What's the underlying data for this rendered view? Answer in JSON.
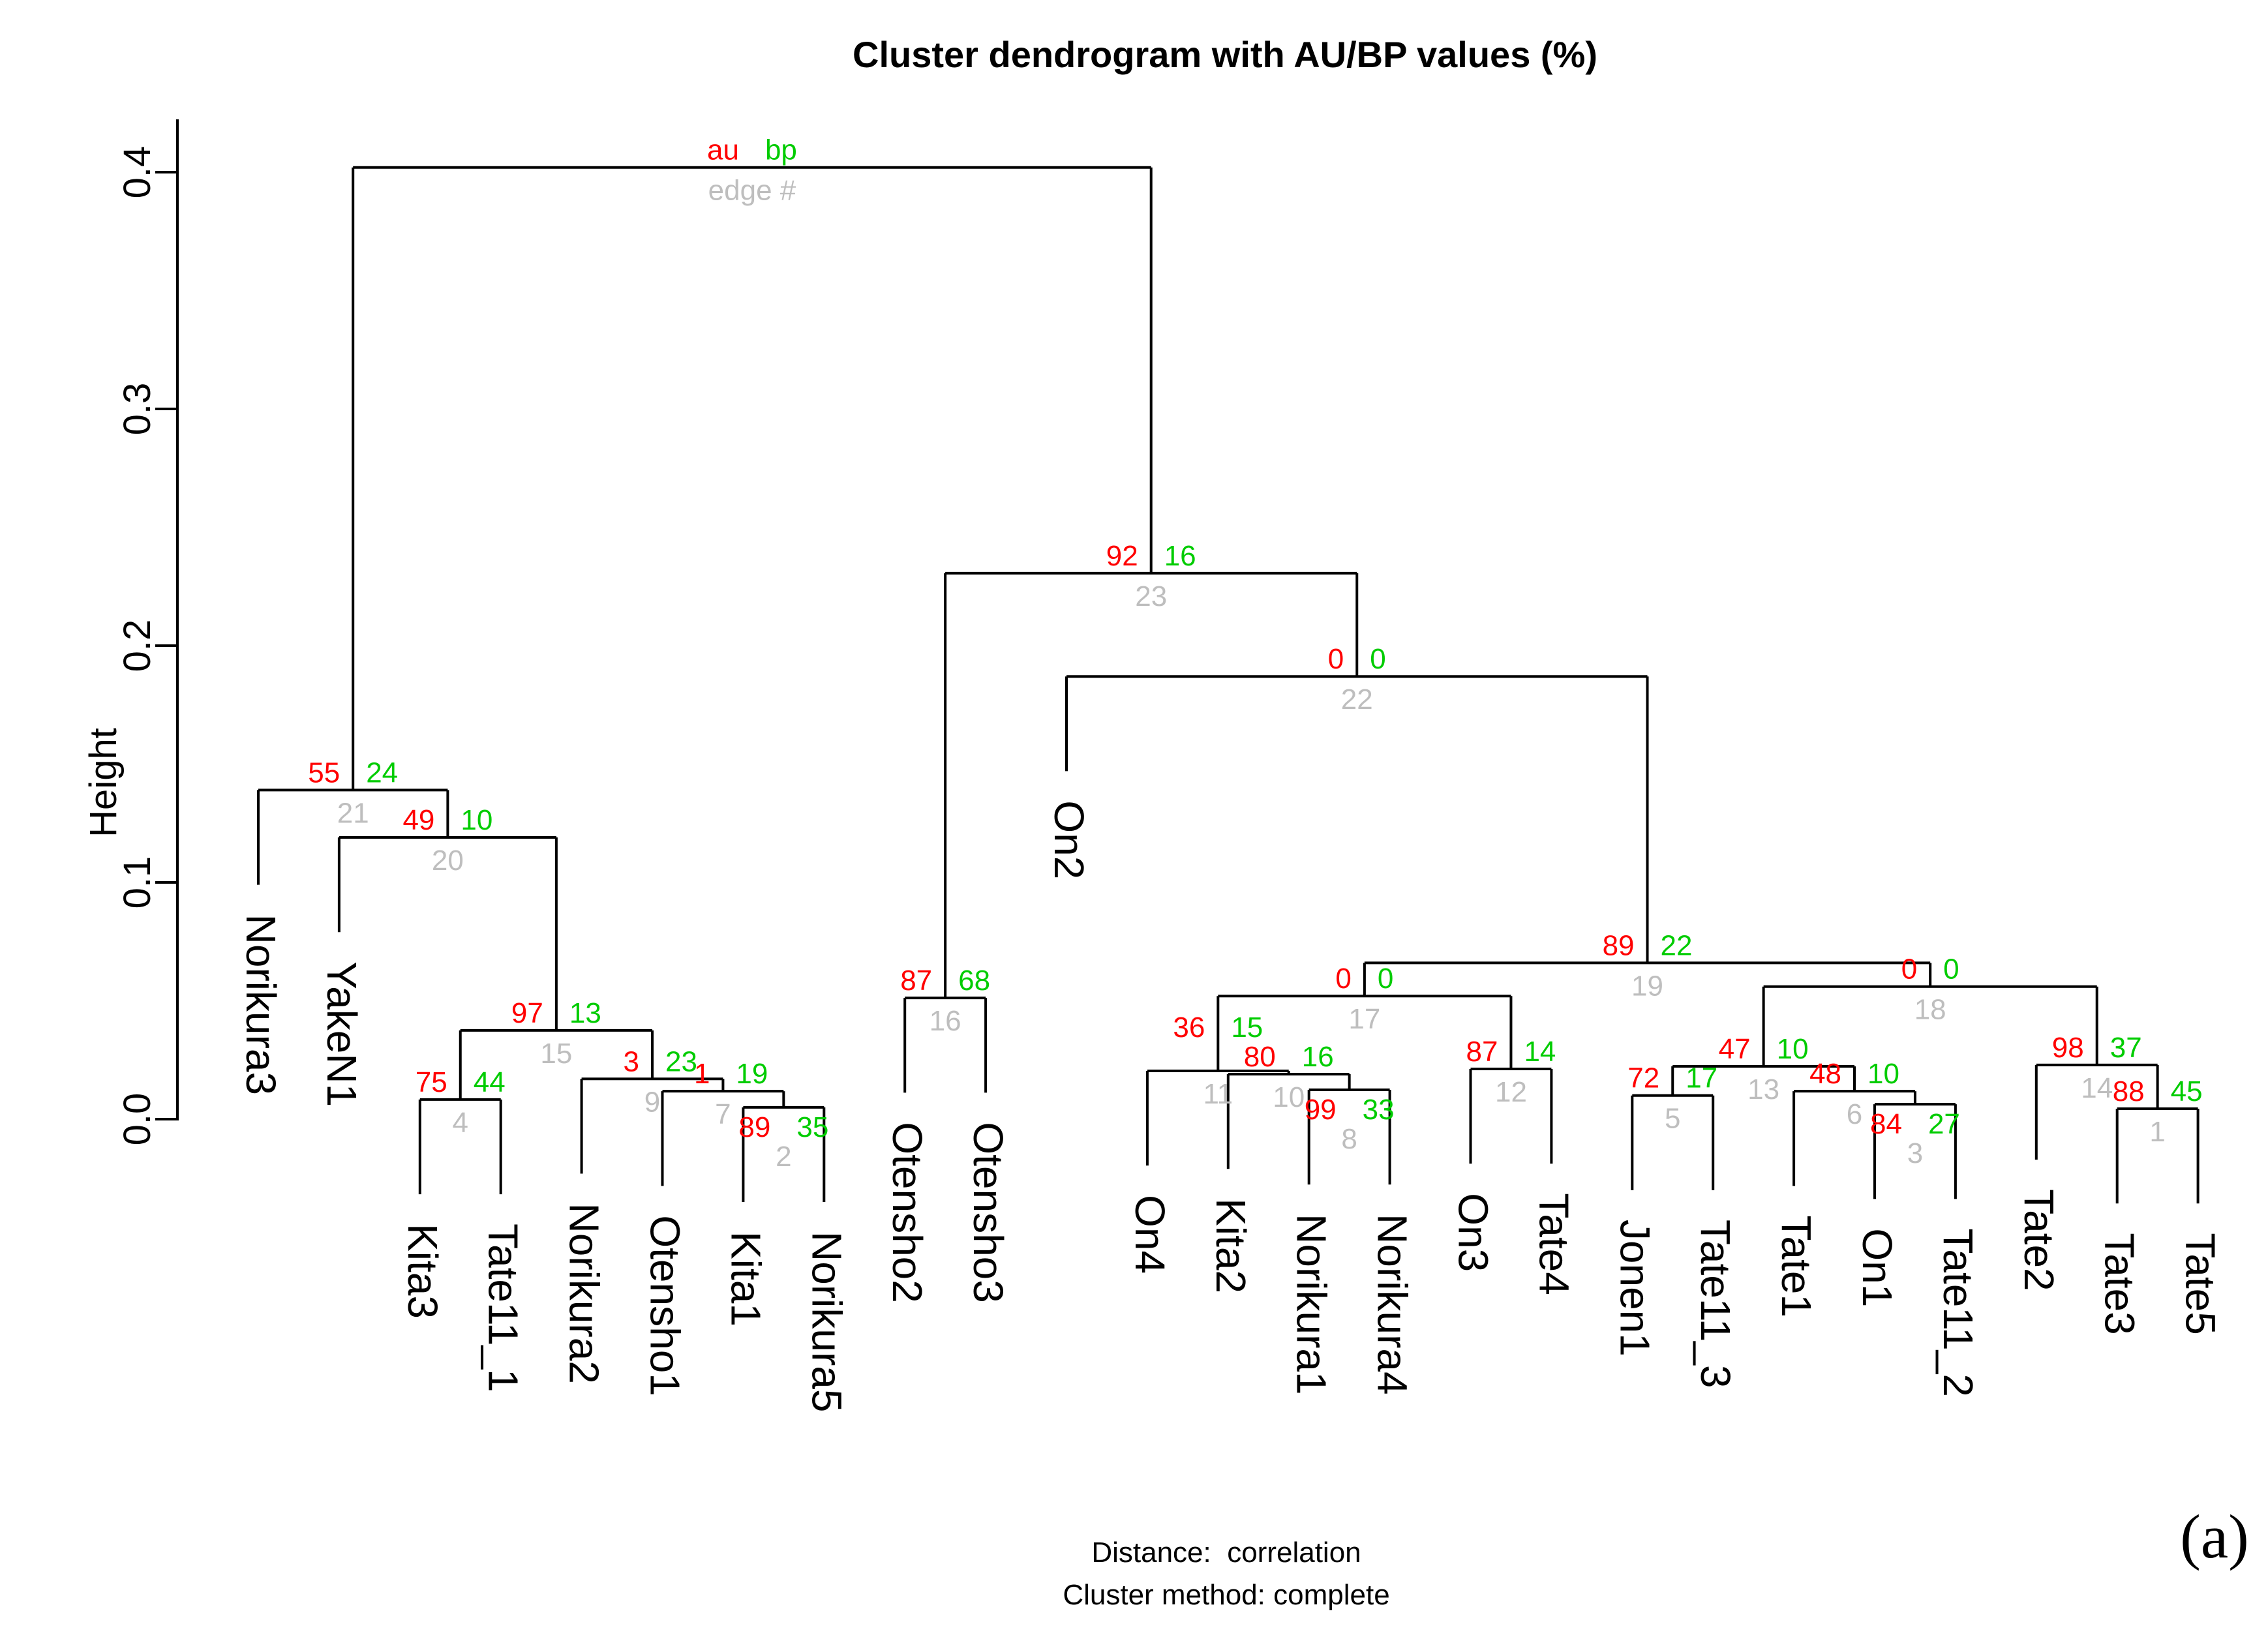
{
  "title": "Cluster dendrogram with AU/BP values (%)",
  "y_axis": {
    "label": "Height",
    "ticks": [
      "0.0",
      "0.1",
      "0.2",
      "0.3",
      "0.4"
    ],
    "tick_values": [
      0.0,
      0.1,
      0.2,
      0.3,
      0.4
    ]
  },
  "legend": {
    "au_label": "au",
    "bp_label": "bp",
    "edge_label": "edge #"
  },
  "caption": [
    "Distance:  correlation",
    "Cluster method: complete"
  ],
  "panel_label": "(a)",
  "colors": {
    "au": "#ff0000",
    "bp": "#00cc00",
    "edge": "#bebebe",
    "line": "#000000",
    "text": "#000000"
  },
  "chart_data": {
    "type": "dendrogram",
    "title": "Cluster dendrogram with AU/BP values (%)",
    "ylabel": "Height",
    "ylim": [
      0.0,
      0.4
    ],
    "distance": "correlation",
    "cluster_method": "complete",
    "value_types": {
      "red": "au",
      "green": "bp",
      "gray": "edge #"
    },
    "leaves_in_order": [
      "Norikura3",
      "YakeN1",
      "Kita3",
      "Tate11_1",
      "Norikura2",
      "Otensho1",
      "Kita1",
      "Norikura5",
      "Otensho2",
      "Otensho3",
      "On2",
      "On4",
      "Kita2",
      "Norikura1",
      "Norikura4",
      "On3",
      "Tate4",
      "Jonen1",
      "Tate11_3",
      "Tate1",
      "On1",
      "Tate11_2",
      "Tate2",
      "Tate3",
      "Tate5"
    ],
    "tree": {
      "root": true,
      "height": 0.402,
      "children": [
        {
          "edge": 21,
          "au": 55,
          "bp": 24,
          "height": 0.139,
          "children": [
            {
              "leaf": "Norikura3"
            },
            {
              "edge": 20,
              "au": 49,
              "bp": 10,
              "height": 0.119,
              "children": [
                {
                  "leaf": "YakeN1"
                },
                {
                  "edge": 15,
                  "au": 97,
                  "bp": 13,
                  "height": 0.0375,
                  "children": [
                    {
                      "edge": 4,
                      "au": 75,
                      "bp": 44,
                      "height": 0.0083,
                      "children": [
                        {
                          "leaf": "Kita3"
                        },
                        {
                          "leaf": "Tate11_1"
                        }
                      ]
                    },
                    {
                      "edge": 9,
                      "au": 3,
                      "bp": 23,
                      "height": 0.017,
                      "children": [
                        {
                          "leaf": "Norikura2"
                        },
                        {
                          "edge": 7,
                          "au": 1,
                          "bp": 19,
                          "height": 0.0118,
                          "children": [
                            {
                              "leaf": "Otensho1"
                            },
                            {
                              "edge": 2,
                              "au": 89,
                              "bp": 35,
                              "height": 0.005,
                              "labels_below": true,
                              "children": [
                                {
                                  "leaf": "Kita1"
                                },
                                {
                                  "leaf": "Norikura5"
                                }
                              ]
                            }
                          ]
                        }
                      ]
                    }
                  ]
                }
              ]
            }
          ]
        },
        {
          "edge": 23,
          "au": 92,
          "bp": 16,
          "height": 0.2306,
          "children": [
            {
              "edge": 16,
              "au": 87,
              "bp": 68,
              "height": 0.0512,
              "children": [
                {
                  "leaf": "Otensho2"
                },
                {
                  "leaf": "Otensho3"
                }
              ]
            },
            {
              "edge": 22,
              "au": 0,
              "bp": 0,
              "height": 0.187,
              "children": [
                {
                  "leaf": "On2"
                },
                {
                  "edge": 19,
                  "au": 89,
                  "bp": 22,
                  "height": 0.066,
                  "children": [
                    {
                      "edge": 17,
                      "au": 0,
                      "bp": 0,
                      "height": 0.052,
                      "children": [
                        {
                          "edge": 11,
                          "au": 36,
                          "bp": 15,
                          "height": 0.0204,
                          "label_dy": -40,
                          "children": [
                            {
                              "leaf": "On4"
                            },
                            {
                              "edge": 10,
                              "au": 80,
                              "bp": 16,
                              "height": 0.019,
                              "children": [
                                {
                                  "leaf": "Kita2"
                                },
                                {
                                  "edge": 8,
                                  "au": 99,
                                  "bp": 33,
                                  "height": 0.0124,
                                  "labels_below": true,
                                  "children": [
                                    {
                                      "leaf": "Norikura1"
                                    },
                                    {
                                      "leaf": "Norikura4"
                                    }
                                  ]
                                }
                              ]
                            }
                          ]
                        },
                        {
                          "edge": 12,
                          "au": 87,
                          "bp": 14,
                          "height": 0.0212,
                          "children": [
                            {
                              "leaf": "On3"
                            },
                            {
                              "leaf": "Tate4"
                            }
                          ]
                        }
                      ]
                    },
                    {
                      "edge": 18,
                      "au": 0,
                      "bp": 0,
                      "height": 0.056,
                      "children": [
                        {
                          "edge": 13,
                          "au": 47,
                          "bp": 10,
                          "height": 0.0223,
                          "children": [
                            {
                              "edge": 5,
                              "au": 72,
                              "bp": 17,
                              "height": 0.01,
                              "children": [
                                {
                                  "leaf": "Jonen1"
                                },
                                {
                                  "leaf": "Tate11_3"
                                }
                              ]
                            },
                            {
                              "edge": 6,
                              "au": 48,
                              "bp": 10,
                              "height": 0.0118,
                              "children": [
                                {
                                  "leaf": "Tate1"
                                },
                                {
                                  "edge": 3,
                                  "au": 84,
                                  "bp": 27,
                                  "height": 0.0063,
                                  "labels_below": true,
                                  "children": [
                                    {
                                      "leaf": "On1"
                                    },
                                    {
                                      "leaf": "Tate11_2"
                                    }
                                  ]
                                }
                              ]
                            }
                          ]
                        },
                        {
                          "edge": 14,
                          "au": 98,
                          "bp": 37,
                          "height": 0.0229,
                          "children": [
                            {
                              "leaf": "Tate2"
                            },
                            {
                              "edge": 1,
                              "au": 88,
                              "bp": 45,
                              "height": 0.0044,
                              "children": [
                                {
                                  "leaf": "Tate3"
                                },
                                {
                                  "leaf": "Tate5"
                                }
                              ]
                            }
                          ]
                        }
                      ]
                    }
                  ]
                }
              ]
            }
          ]
        }
      ]
    }
  }
}
